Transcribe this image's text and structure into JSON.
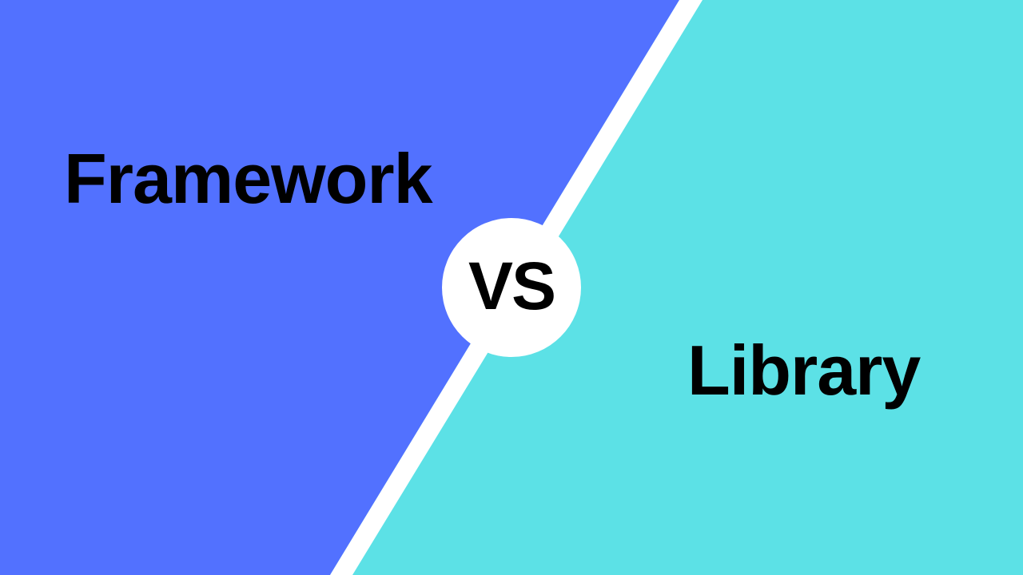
{
  "left": {
    "label": "Framework",
    "color": "#5271FF"
  },
  "right": {
    "label": "Library",
    "color": "#5CE1E6"
  },
  "divider": {
    "color": "#FFFFFF"
  },
  "badge": {
    "label": "VS",
    "color": "#FFFFFF"
  }
}
